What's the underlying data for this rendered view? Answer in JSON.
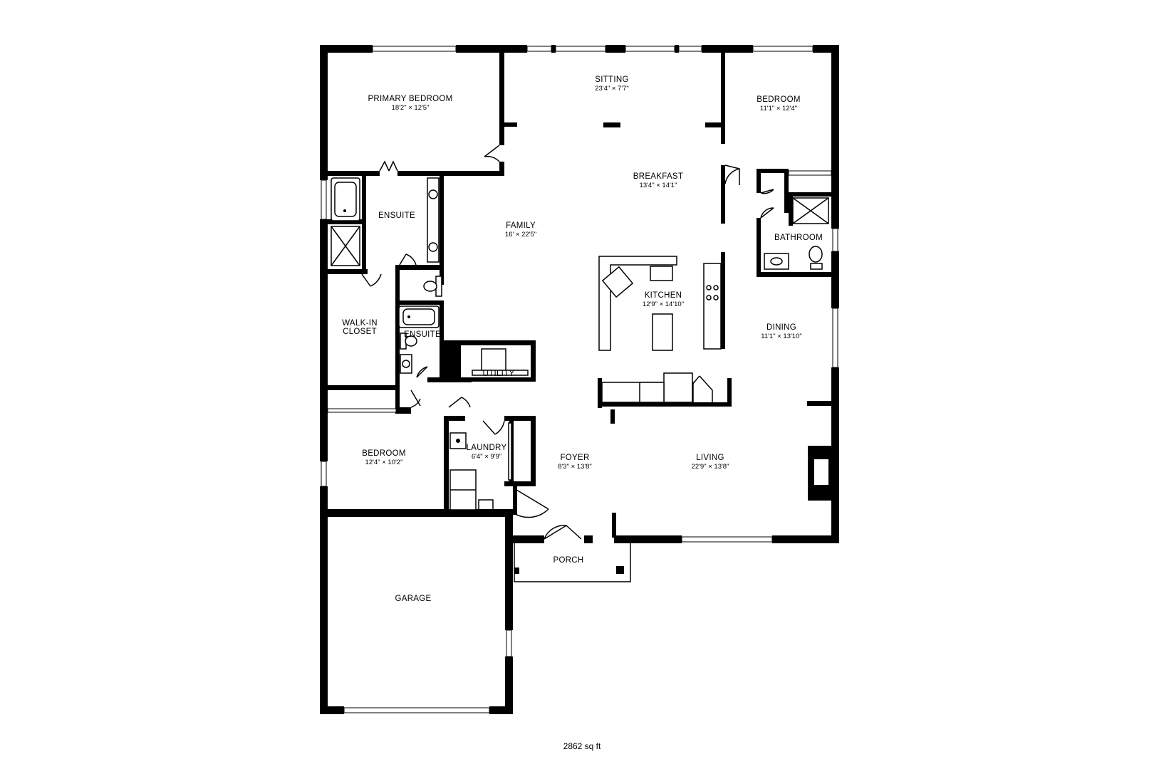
{
  "rooms": {
    "primary_bedroom": {
      "name": "PRIMARY BEDROOM",
      "dim": "18'2\" × 12'5\""
    },
    "sitting": {
      "name": "SITTING",
      "dim": "23'4\" × 7'7\""
    },
    "bedroom_ne": {
      "name": "BEDROOM",
      "dim": "11'1\" × 12'4\""
    },
    "breakfast": {
      "name": "BREAKFAST",
      "dim": "13'4\" × 14'1\""
    },
    "ensuite_1": {
      "name": "ENSUITE"
    },
    "family": {
      "name": "FAMILY",
      "dim": "16' × 22'5\""
    },
    "bathroom": {
      "name": "BATHROOM"
    },
    "kitchen": {
      "name": "KITCHEN",
      "dim": "12'9\" × 14'10\""
    },
    "walk_in_closet": {
      "name_line1": "WALK-IN",
      "name_line2": "CLOSET"
    },
    "ensuite_2": {
      "name": "ENSUITE"
    },
    "dining": {
      "name": "DINING",
      "dim": "11'1\" × 13'10\""
    },
    "utility": {
      "name": "UTILITY"
    },
    "bedroom_sw": {
      "name": "BEDROOM",
      "dim": "12'4\" × 10'2\""
    },
    "laundry": {
      "name": "LAUNDRY",
      "dim": "6'4\" × 9'9\""
    },
    "foyer": {
      "name": "FOYER",
      "dim": "8'3\" × 13'8\""
    },
    "living": {
      "name": "LIVING",
      "dim": "22'9\" × 13'8\""
    },
    "porch": {
      "name": "PORCH"
    },
    "garage": {
      "name": "GARAGE"
    }
  },
  "total_area": "2862 sq ft"
}
